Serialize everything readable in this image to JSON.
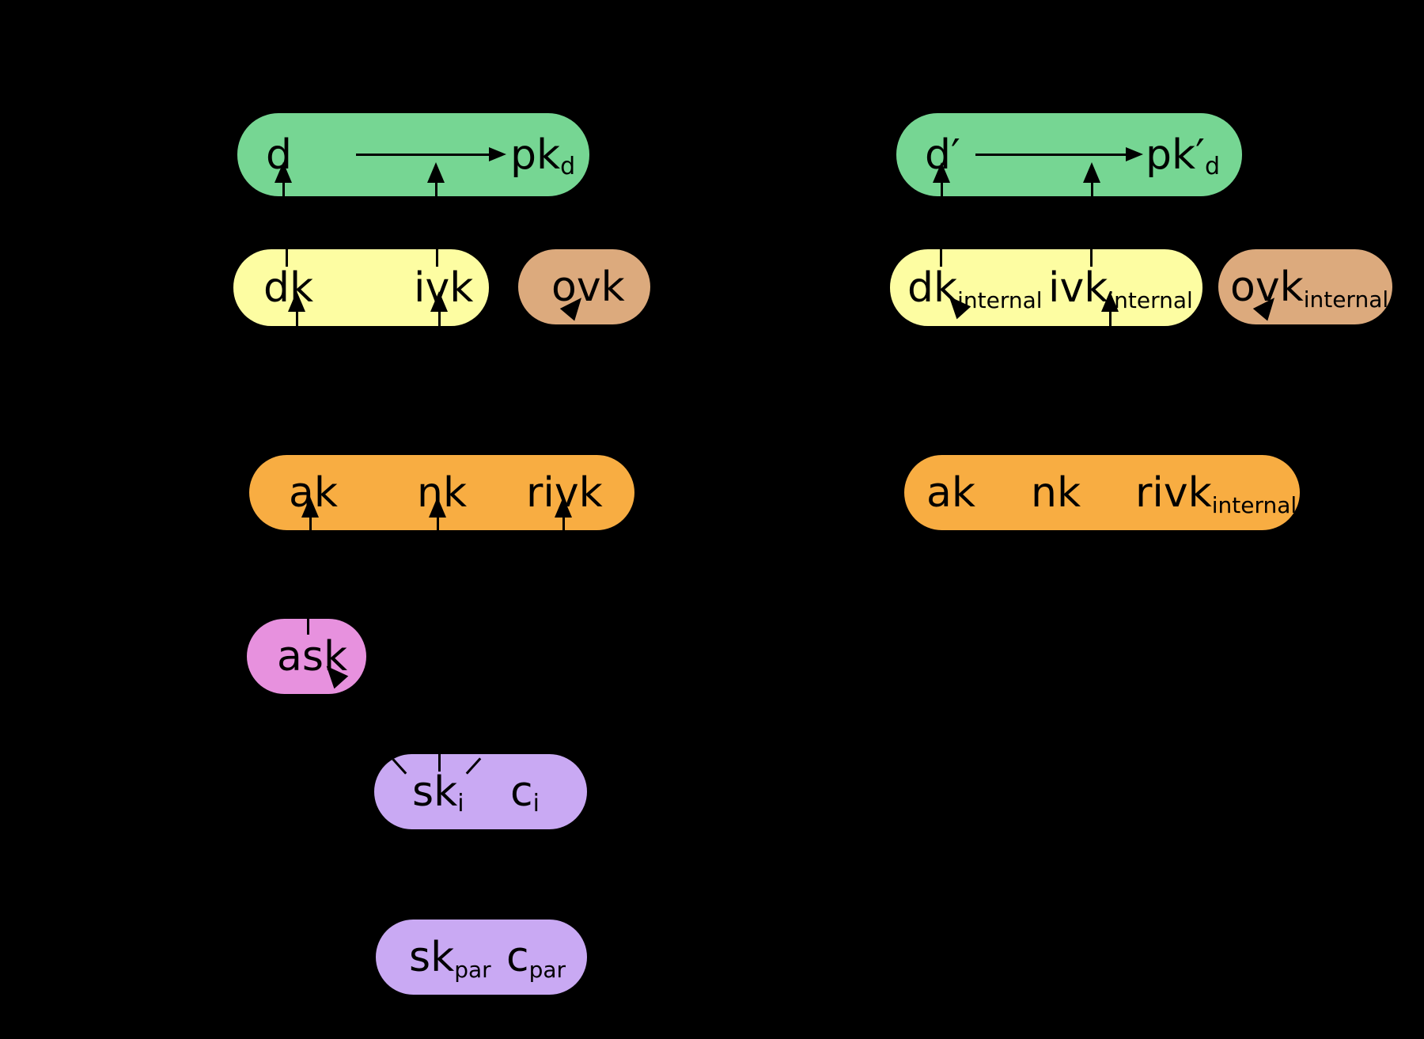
{
  "colors": {
    "background": "#000000",
    "address": "#76d693",
    "viewing": "#fdfda2",
    "ovk": "#dcaa7d",
    "fvk": "#f8ad42",
    "ask": "#e791de",
    "sk": "#c9a9f3",
    "edge": "#000000"
  },
  "pills": {
    "address": {
      "d": "d",
      "pk": "pk",
      "pk_sub": "d"
    },
    "address_internal": {
      "d": "d′",
      "pk": "pk′",
      "pk_sub": "d"
    },
    "viewing": {
      "dk": "dk",
      "ivk": "ivk"
    },
    "viewing_internal": {
      "dk": "dk",
      "dk_sub": "internal",
      "ivk": "ivk",
      "ivk_sub": "internal"
    },
    "ovk": {
      "ovk": "ovk"
    },
    "ovk_internal": {
      "ovk": "ovk",
      "sub": "internal"
    },
    "fvk": {
      "ak": "ak",
      "nk": "nk",
      "rivk": "rivk"
    },
    "fvk_internal": {
      "ak": "ak",
      "nk": "nk",
      "rivk": "rivk",
      "rivk_sub": "internal"
    },
    "ask": {
      "ask": "ask"
    },
    "sk_i": {
      "sk": "sk",
      "sk_sub": "i",
      "c": "c",
      "c_sub": "i"
    },
    "sk_par": {
      "sk": "sk",
      "sk_sub": "par",
      "c": "c",
      "c_sub": "par"
    }
  }
}
